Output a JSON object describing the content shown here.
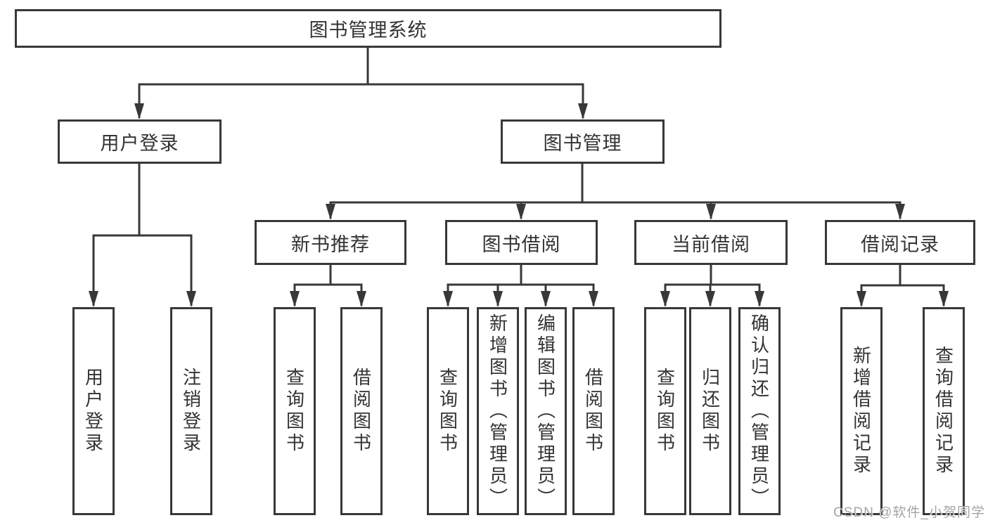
{
  "colors": {
    "line": "#383838",
    "border": "#383838",
    "text": "#333333",
    "background": "#ffffff",
    "watermark": "#9b9b9b"
  },
  "watermark": "CSDN @软件_小贺同学",
  "tree": {
    "root": {
      "label": "图书管理系统",
      "children": [
        {
          "label": "用户登录",
          "children": [
            {
              "label": "用户登录"
            },
            {
              "label": "注销登录"
            }
          ]
        },
        {
          "label": "图书管理",
          "children": [
            {
              "label": "新书推荐",
              "children": [
                {
                  "label": "查询图书"
                },
                {
                  "label": "借阅图书"
                }
              ]
            },
            {
              "label": "图书借阅",
              "children": [
                {
                  "label": "查询图书"
                },
                {
                  "label": "新增图书（管理员）"
                },
                {
                  "label": "编辑图书（管理员）"
                },
                {
                  "label": "借阅图书"
                }
              ]
            },
            {
              "label": "当前借阅",
              "children": [
                {
                  "label": "查询图书"
                },
                {
                  "label": "归还图书"
                },
                {
                  "label": "确认归还（管理员）"
                }
              ]
            },
            {
              "label": "借阅记录",
              "children": [
                {
                  "label": "新增借阅记录"
                },
                {
                  "label": "查询借阅记录"
                }
              ]
            }
          ]
        }
      ]
    }
  }
}
